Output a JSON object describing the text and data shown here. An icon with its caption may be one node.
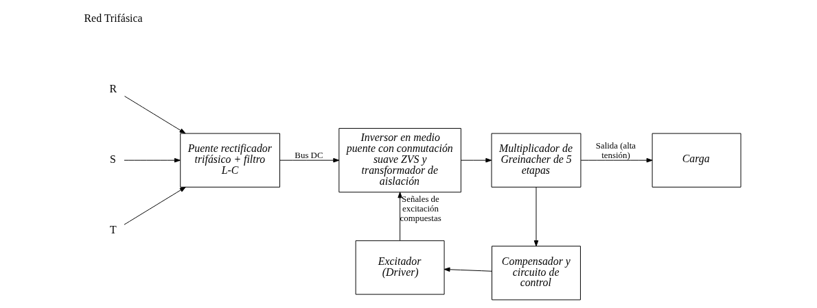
{
  "diagram": {
    "nodes": [
      {
        "text": [
          "R"
        ]
      },
      {
        "text": [
          "S"
        ]
      },
      {
        "text": [
          "T"
        ]
      },
      {
        "text": [
          "Puente rectificador trifásico + filtro L-C"
        ]
      },
      {
        "text": [
          "Inversor en medio puente con conmutación suave ZVS y transformador de aislación"
        ]
      },
      {
        "text": [
          "Multiplicador de Greinacher de 5 etapas"
        ]
      },
      {
        "text": [
          "Carga"
        ]
      },
      {
        "text": [
          "Excitador (Driver)"
        ]
      },
      {
        "text": [
          "Compensador y circuito de control"
        ]
      }
    ],
    "edges": [
      {
        "from": 0,
        "to": 3,
        "arrow": "to"
      },
      {
        "from": 1,
        "to": 3,
        "arrow": "to"
      },
      {
        "from": 2,
        "to": 3,
        "arrow": "to"
      },
      {
        "from": 3,
        "to": 4,
        "arrow": "to",
        "label": "Bus DC"
      },
      {
        "from": 4,
        "to": 5,
        "arrow": "to"
      },
      {
        "from": 5,
        "to": 6,
        "arrow": "to",
        "label": "Salida (alta tensión)"
      },
      {
        "from": 5,
        "to": 8,
        "arrow": "to"
      },
      {
        "from": 8,
        "to": 7,
        "arrow": "to"
      },
      {
        "from": 7,
        "to": 4,
        "arrow": "to",
        "label": "Señales de excitación compuestas"
      }
    ],
    "labels": [
      "Red Trifásica"
    ]
  }
}
